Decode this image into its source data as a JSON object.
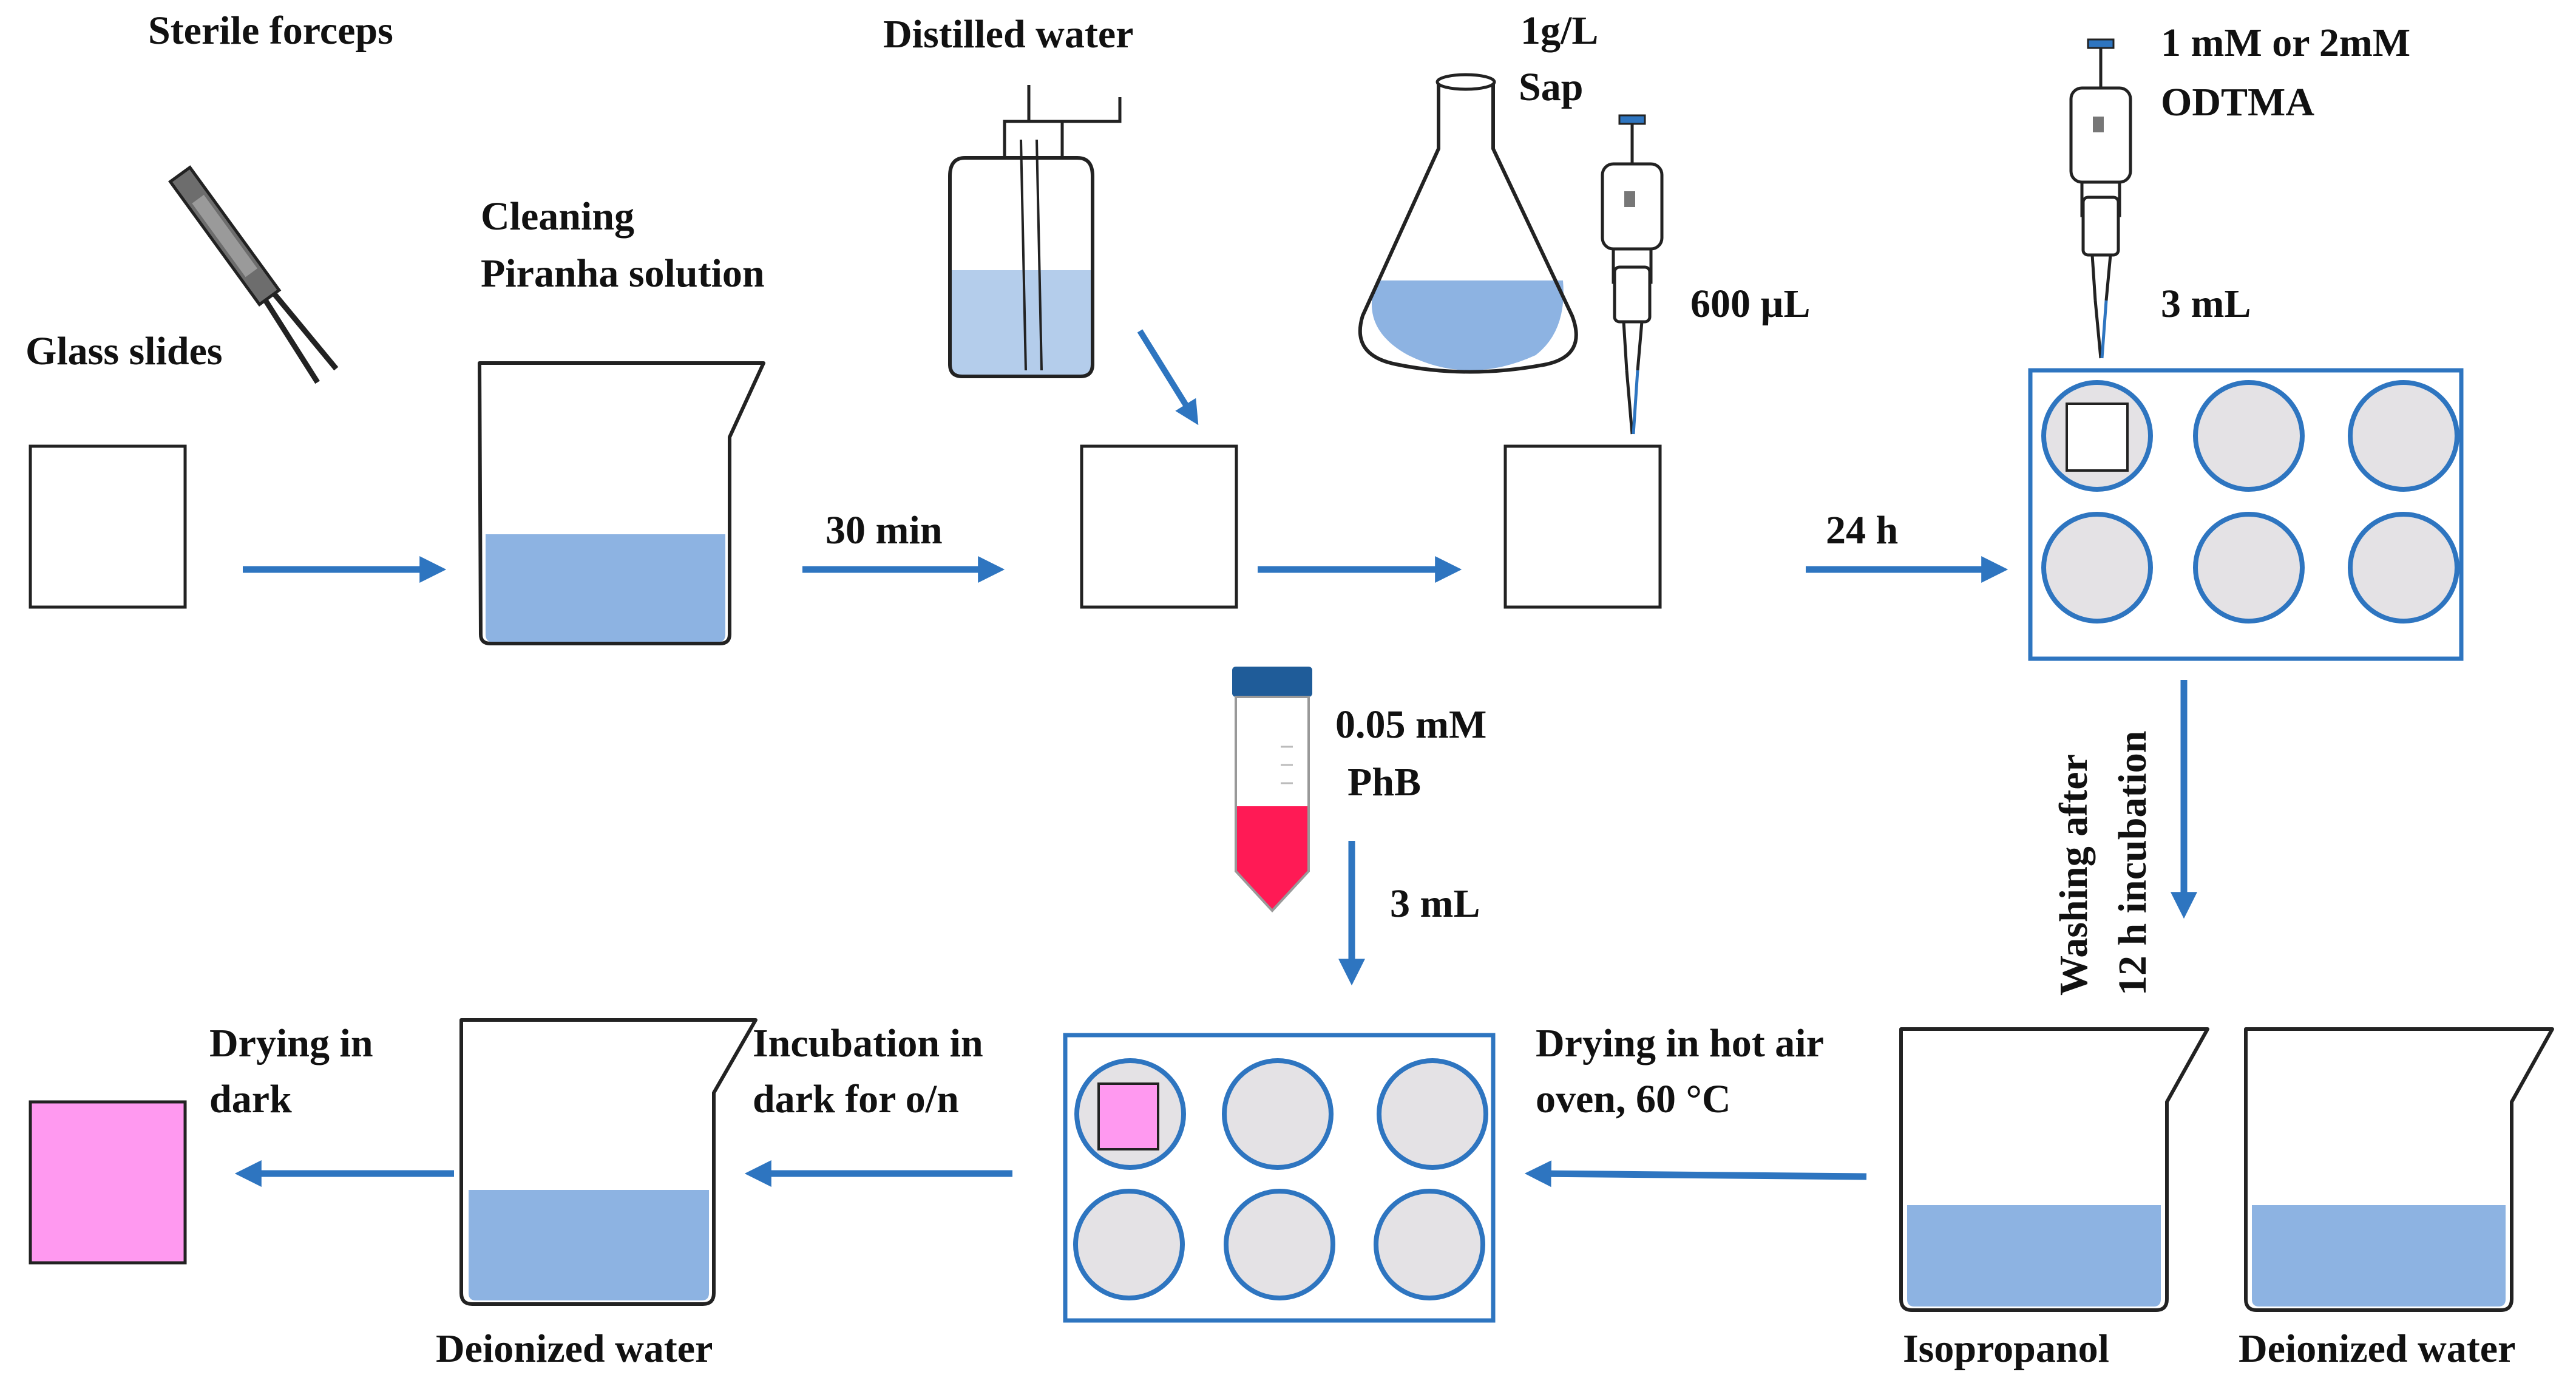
{
  "labels": {
    "sterile_forceps": "Sterile forceps",
    "glass_slides": "Glass slides",
    "cleaning": "Cleaning",
    "piranha_solution": "Piranha solution",
    "distilled_water": "Distilled water",
    "sap_conc": "1g/L",
    "sap": "Sap",
    "sap_volume": "600 µL",
    "odtma_conc": "1 mM or  2mM",
    "odtma": "ODTMA",
    "odtma_volume": "3 mL",
    "time_30min": "30 min",
    "time_24h": "24 h",
    "phb_conc": "0.05 mM",
    "phb": "PhB",
    "phb_volume": "3 mL",
    "washing_line1": "Washing after",
    "washing_line2": "12 h incubation",
    "drying_hot_air_line1": "Drying in hot air",
    "drying_hot_air_line2": "oven, 60 °C",
    "incubation_line1": "Incubation in",
    "incubation_line2": "dark for o/n",
    "drying_dark_line1": "Drying in",
    "drying_dark_line2": "dark",
    "isopropanol": "Isopropanol",
    "deionized_water_right": "Deionized water",
    "deionized_water_left": "Deionized water"
  },
  "colors": {
    "arrow": "#2E75C0",
    "liquid": "#8DB3E2",
    "liquid_light": "#B4CDEB",
    "well_fill": "#E4E2E5",
    "well_stroke": "#2E75C0",
    "phb_red": "#FF1A55",
    "cap_blue": "#1F5C99",
    "dyed_slide": "#FF99F0",
    "outline": "#222222"
  }
}
